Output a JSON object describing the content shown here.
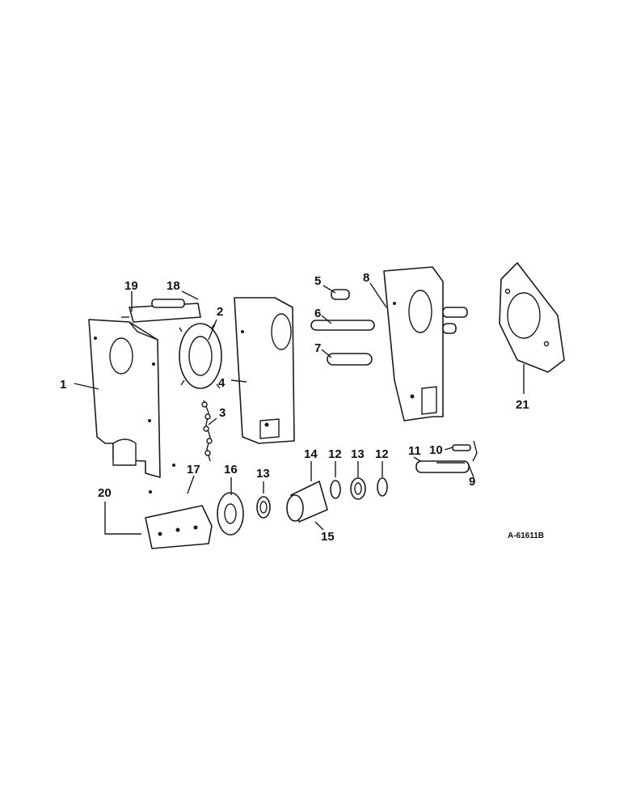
{
  "diagram": {
    "reference_code": "A-61611B",
    "callouts": [
      "1",
      "2",
      "3",
      "4",
      "5",
      "6",
      "7",
      "8",
      "9",
      "10",
      "11",
      "12",
      "12",
      "13",
      "13",
      "14",
      "15",
      "16",
      "17",
      "18",
      "19",
      "20",
      "21"
    ]
  }
}
